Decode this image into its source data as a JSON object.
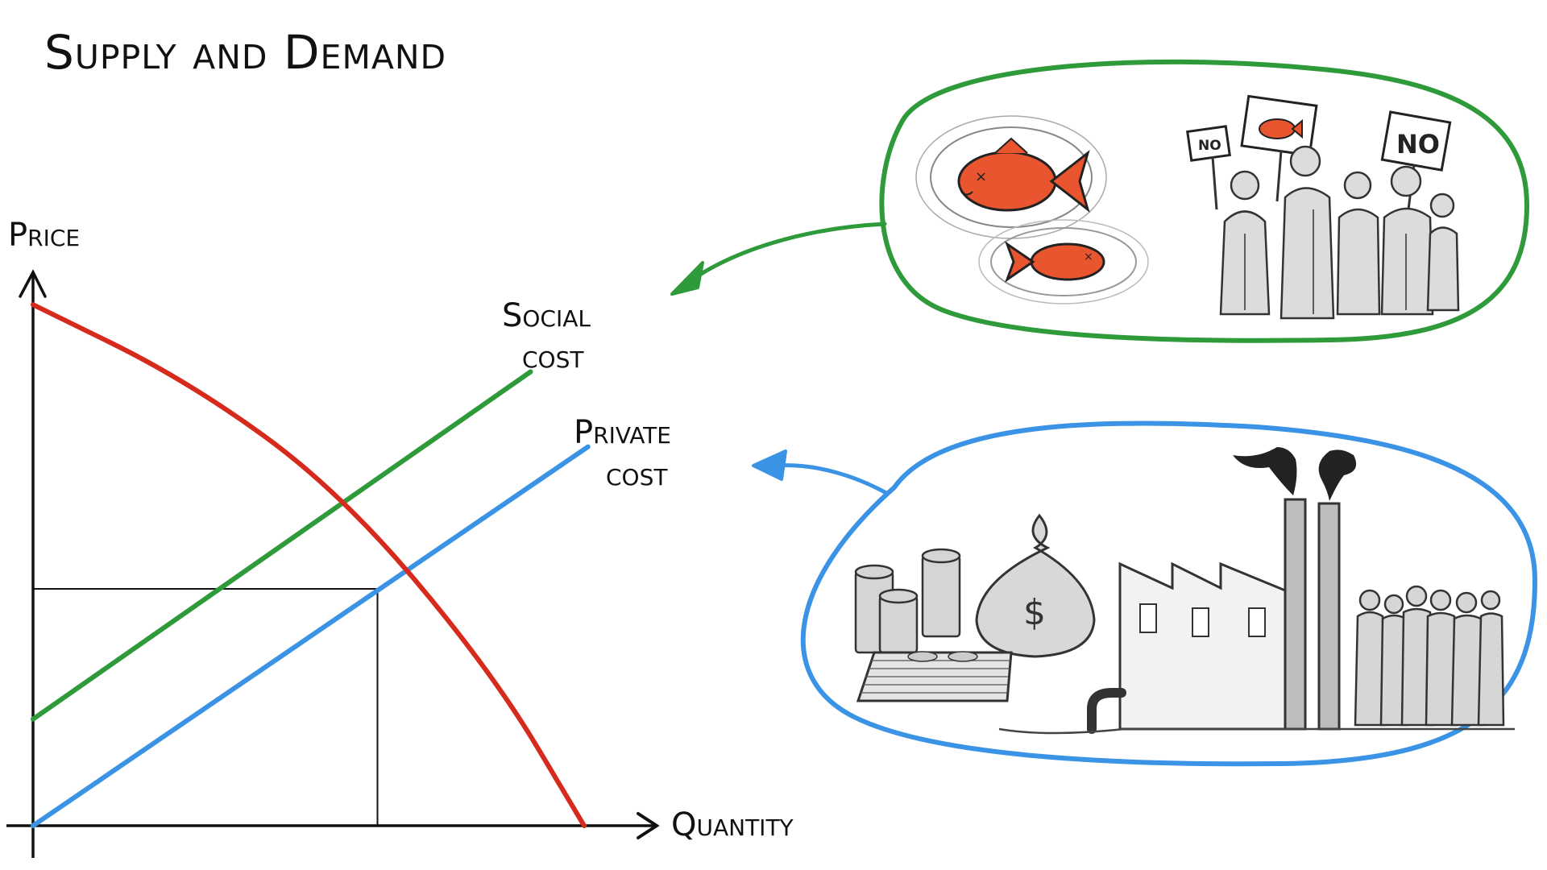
{
  "title": "Supply and Demand",
  "axes": {
    "y_label": "Price",
    "x_label": "Quantity"
  },
  "curves": {
    "social_cost": {
      "label_line1": "Social",
      "label_line2": "cost",
      "color": "#2e9a3a"
    },
    "private_cost": {
      "label_line1": "Private",
      "label_line2": "cost",
      "color": "#3b93e6"
    },
    "demand": {
      "color": "#d62a1c"
    }
  },
  "bubbles": {
    "social": {
      "color": "#2e9a3a",
      "signs": [
        "NO",
        "NO"
      ],
      "icons": [
        "dead-fish-icon",
        "protesters-icon"
      ]
    },
    "private": {
      "color": "#3b93e6",
      "money_symbol": "$",
      "icons": [
        "coin-stacks-icon",
        "money-bag-icon",
        "cash-stack-icon",
        "factory-icon",
        "workers-icon"
      ]
    }
  },
  "chart_data": {
    "type": "line",
    "title": "Supply and Demand",
    "xlabel": "Quantity",
    "ylabel": "Price",
    "grid": false,
    "series": [
      {
        "name": "Social cost",
        "x": [
          0,
          6.5
        ],
        "y": [
          1.35,
          5.75
        ]
      },
      {
        "name": "Private cost",
        "x": [
          0,
          7.25
        ],
        "y": [
          0,
          4.8
        ]
      },
      {
        "x": [
          0,
          2,
          4,
          6,
          7.2
        ],
        "y": [
          6.6,
          5.65,
          4.25,
          1.95,
          0
        ]
      }
    ],
    "annotations": [
      {
        "type": "guide",
        "x": 4.5,
        "y": 3.0
      }
    ]
  }
}
